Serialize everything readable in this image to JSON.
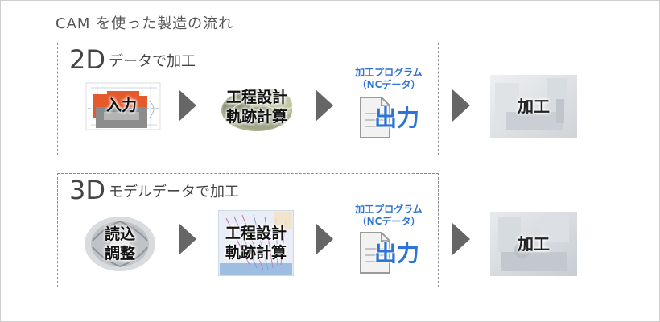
{
  "title": "CAM を使った製造の流れ",
  "groups": [
    {
      "prefix": "2D",
      "suffix": "データで加工",
      "input_label": [
        "入力"
      ],
      "process_label": [
        "工程設計",
        "軌跡計算"
      ],
      "output_head": [
        "加工プログラム",
        "（NCデータ）"
      ],
      "output_label": "出力",
      "machining_label": "加工"
    },
    {
      "prefix": "3D",
      "suffix": "モデルデータで加工",
      "input_label": [
        "読込",
        "調整"
      ],
      "process_label": [
        "工程設計",
        "軌跡計算"
      ],
      "output_head": [
        "加工プログラム",
        "（NCデータ）"
      ],
      "output_label": "出力",
      "machining_label": "加工"
    }
  ],
  "colors": {
    "accent": "#2d74d6",
    "arrow": "#666666",
    "border": "#8a8a8a"
  }
}
